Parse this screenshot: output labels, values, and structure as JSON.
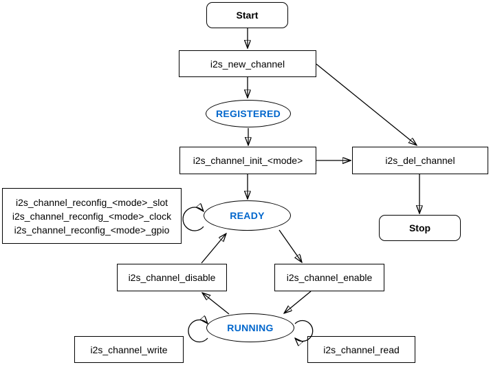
{
  "colors": {
    "state_text": "#0066cc",
    "line": "#000000",
    "node_fill": "#ffffff"
  },
  "nodes": {
    "start": "Start",
    "new_channel": "i2s_new_channel",
    "registered": "REGISTERED",
    "init": "i2s_channel_init_<mode>",
    "del": "i2s_del_channel",
    "stop": "Stop",
    "ready": "READY",
    "reconfig_lines": [
      "i2s_channel_reconfig_<mode>_slot",
      "i2s_channel_reconfig_<mode>_clock",
      "i2s_channel_reconfig_<mode>_gpio"
    ],
    "disable": "i2s_channel_disable",
    "enable": "i2s_channel_enable",
    "running": "RUNNING",
    "write": "i2s_channel_write",
    "read": "i2s_channel_read"
  }
}
